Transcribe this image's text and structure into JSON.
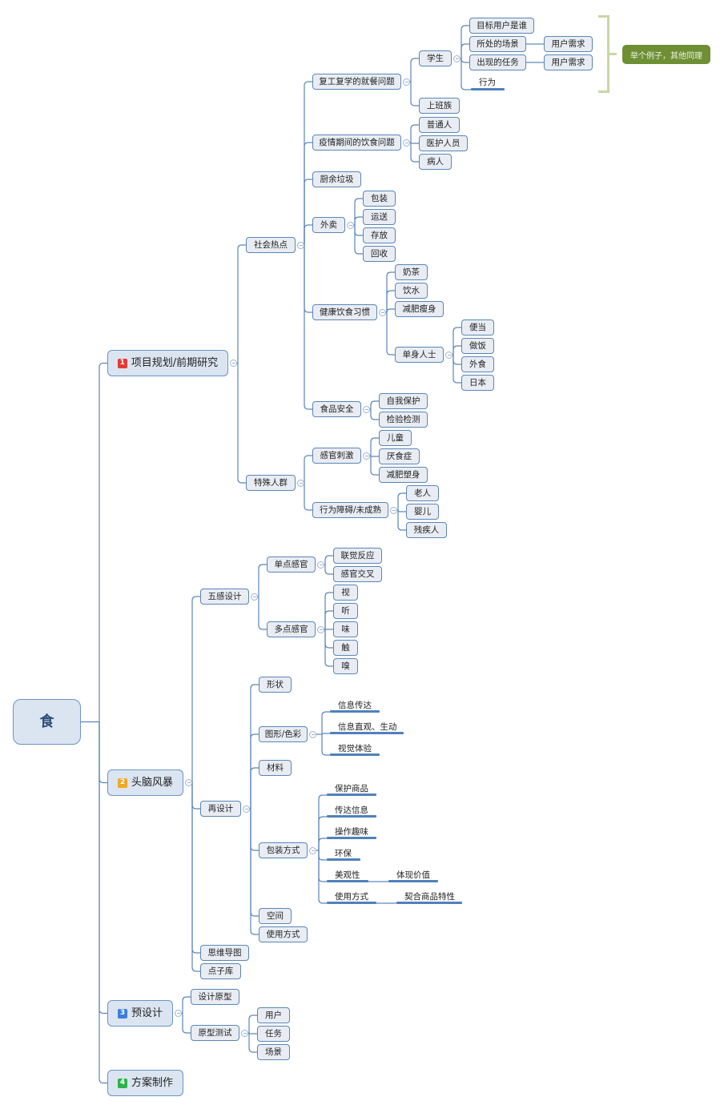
{
  "root": {
    "label": "食"
  },
  "branches": [
    {
      "badge": "1",
      "badge_color": "#e53935",
      "label": "项目规划/前期研究"
    },
    {
      "badge": "2",
      "badge_color": "#f5a623",
      "label": "头脑风暴"
    },
    {
      "badge": "3",
      "badge_color": "#3d7de0",
      "label": "预设计"
    },
    {
      "badge": "4",
      "badge_color": "#2db34a",
      "label": "方案制作"
    }
  ],
  "research": {
    "social": "社会热点",
    "special": "特殊人群",
    "topics": {
      "return": "复工复学的就餐问题",
      "epidemic": "疫情期间的饮食问题",
      "waste": "厨余垃圾",
      "takeout": "外卖",
      "healthy": "健康饮食习惯",
      "safety": "食品安全",
      "sensory": "感官刺激",
      "behavior": "行为障碍/未成熟"
    },
    "return_children": [
      "学生",
      "上班族"
    ],
    "student_children": [
      "目标用户是谁",
      "所处的场景",
      "出现的任务",
      "行为"
    ],
    "user_need": "用户需求",
    "epidemic_children": [
      "普通人",
      "医护人员",
      "病人"
    ],
    "takeout_children": [
      "包装",
      "运送",
      "存放",
      "回收"
    ],
    "healthy_children": [
      "奶茶",
      "饮水",
      "减肥瘦身",
      "单身人士"
    ],
    "single_children": [
      "便当",
      "做饭",
      "外食",
      "日本"
    ],
    "safety_children": [
      "自我保护",
      "检验检测"
    ],
    "sensory_children": [
      "儿童",
      "厌食症",
      "减肥塑身"
    ],
    "behavior_children": [
      "老人",
      "婴儿",
      "残疾人"
    ],
    "note": "举个例子，其他同理"
  },
  "brainstorm": {
    "five_senses": "五感设计",
    "single_sense": "单点感官",
    "single_sense_children": [
      "联觉反应",
      "感官交叉"
    ],
    "multi_sense": "多点感官",
    "multi_sense_children": [
      "视",
      "听",
      "味",
      "触",
      "嗅"
    ],
    "redesign": "再设计",
    "redesign_children": [
      "形状",
      "图形/色彩",
      "材料",
      "包装方式",
      "空间",
      "使用方式"
    ],
    "graphic_children": [
      "信息传达",
      "信息直观、生动",
      "视觉体验"
    ],
    "packaging_children": [
      "保护商品",
      "传达信息",
      "操作趣味",
      "环保",
      "美观性",
      "使用方式"
    ],
    "aesthetic_child": "体现价值",
    "usage_child": "契合商品特性",
    "mindmap": "思维导图",
    "idea_bank": "点子库"
  },
  "predesign": {
    "prototype": "设计原型",
    "testing": "原型测试",
    "testing_children": [
      "用户",
      "任务",
      "场景"
    ]
  }
}
